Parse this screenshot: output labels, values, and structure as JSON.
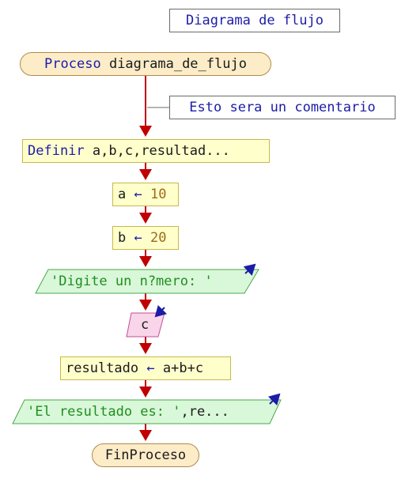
{
  "diagram": {
    "title": "Diagrama de flujo",
    "start": {
      "keyword": "Proceso",
      "name": "diagrama_de_flujo"
    },
    "comment": "Esto sera un comentario",
    "define": {
      "keyword": "Definir",
      "rest": "a,b,c,resultad..."
    },
    "assign_a": {
      "var": "a",
      "arrow": "←",
      "value": "10"
    },
    "assign_b": {
      "var": "b",
      "arrow": "←",
      "value": "20"
    },
    "output1": {
      "text": "'Digite un n?mero: '"
    },
    "input1": {
      "var": "c"
    },
    "assign_res": {
      "var": "resultado",
      "arrow": "←",
      "expr": "a+b+c"
    },
    "output2": {
      "string": "'El resultado es: '",
      "rest": ",re..."
    },
    "end": {
      "label": "FinProceso"
    }
  },
  "colors": {
    "flow_line": "#c00000",
    "keyword": "#1c1ca8",
    "number": "#9b6a16",
    "string": "#1f8f1f",
    "terminal_fill": "#fdecc8",
    "process_fill": "#ffffcc",
    "output_fill": "#d9f7d9",
    "input_fill": "#f9d5ea"
  }
}
